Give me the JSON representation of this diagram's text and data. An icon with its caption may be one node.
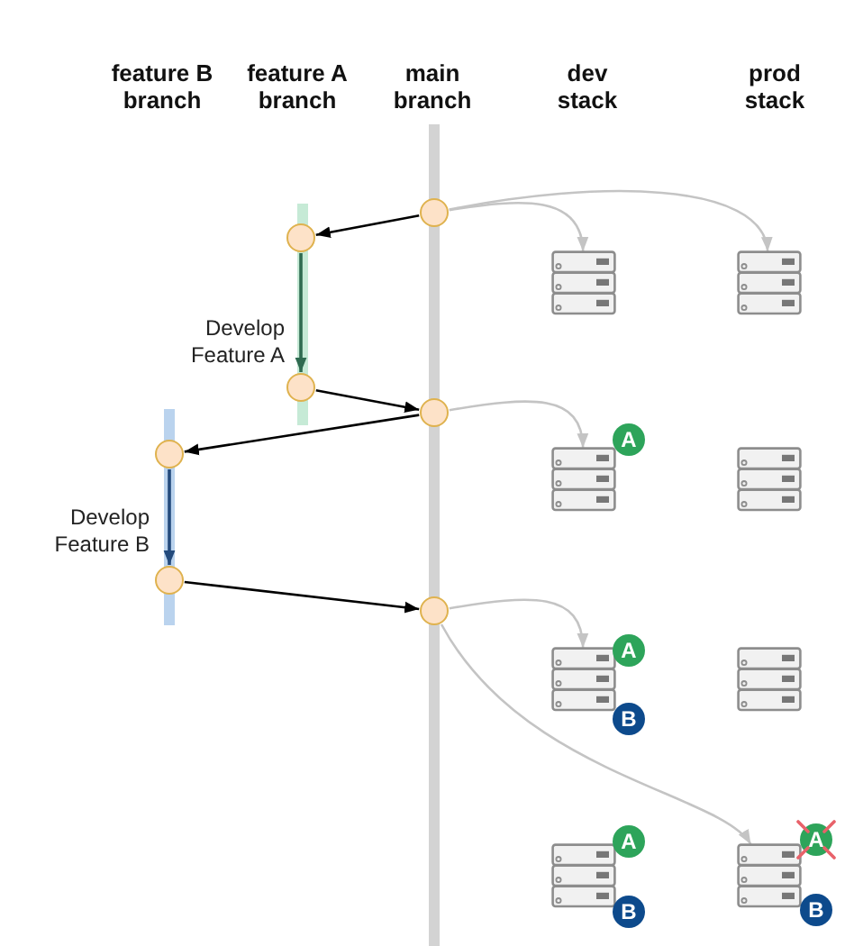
{
  "diagram": {
    "nodes": [
      {
        "text": [],
        "shape": "circle"
      },
      {
        "text": [],
        "shape": "circle"
      },
      {
        "text": [],
        "shape": "picture"
      },
      {
        "text": [],
        "shape": "picture"
      },
      {
        "text": [],
        "shape": "circle"
      },
      {
        "text": [],
        "shape": "circle"
      },
      {
        "text": [],
        "shape": "circle"
      },
      {
        "text": [],
        "shape": "picture"
      },
      {
        "text": [
          "A"
        ]
      },
      {
        "text": [],
        "shape": "picture"
      },
      {
        "text": [],
        "shape": "circle"
      },
      {
        "text": [],
        "shape": "circle"
      },
      {
        "text": [],
        "shape": "picture"
      },
      {
        "text": [
          "A"
        ]
      },
      {
        "text": [
          "B"
        ]
      },
      {
        "text": [],
        "shape": "picture"
      },
      {
        "text": [],
        "shape": "picture"
      },
      {
        "text": [
          "A"
        ]
      },
      {
        "text": [
          "B"
        ]
      },
      {
        "text": [],
        "shape": "picture"
      },
      {
        "text": [
          "A"
        ]
      },
      {
        "text": [
          "B"
        ]
      }
    ],
    "edges": [
      {
        "from": 0,
        "to": 1,
        "arrow": "to",
        "color": "#000000"
      },
      {
        "from": 1,
        "to": 4,
        "arrow": "to",
        "label": "Develop Feature A",
        "color": "#2f6b50"
      },
      {
        "from": 4,
        "to": 5,
        "arrow": "to",
        "color": "#000000"
      },
      {
        "from": 5,
        "to": 6,
        "arrow": "to",
        "color": "#000000"
      },
      {
        "from": 6,
        "to": 10,
        "arrow": "to",
        "label": "Develop Feature B",
        "color": "#234a7c"
      },
      {
        "from": 10,
        "to": 11,
        "arrow": "to",
        "color": "#000000"
      },
      {
        "from": 0,
        "to": 2,
        "arrow": "to",
        "color": "#c4c4c4"
      },
      {
        "from": 0,
        "to": 3,
        "arrow": "to",
        "color": "#c4c4c4"
      },
      {
        "from": 5,
        "to": 7,
        "arrow": "to",
        "color": "#c4c4c4"
      },
      {
        "from": 11,
        "to": 12,
        "arrow": "to",
        "color": "#c4c4c4"
      },
      {
        "from": 11,
        "to": 19,
        "arrow": "to",
        "color": "#c4c4c4"
      }
    ],
    "labels": [
      "feature B branch",
      "feature A branch",
      "main branch",
      "dev stack",
      "prod stack"
    ]
  }
}
